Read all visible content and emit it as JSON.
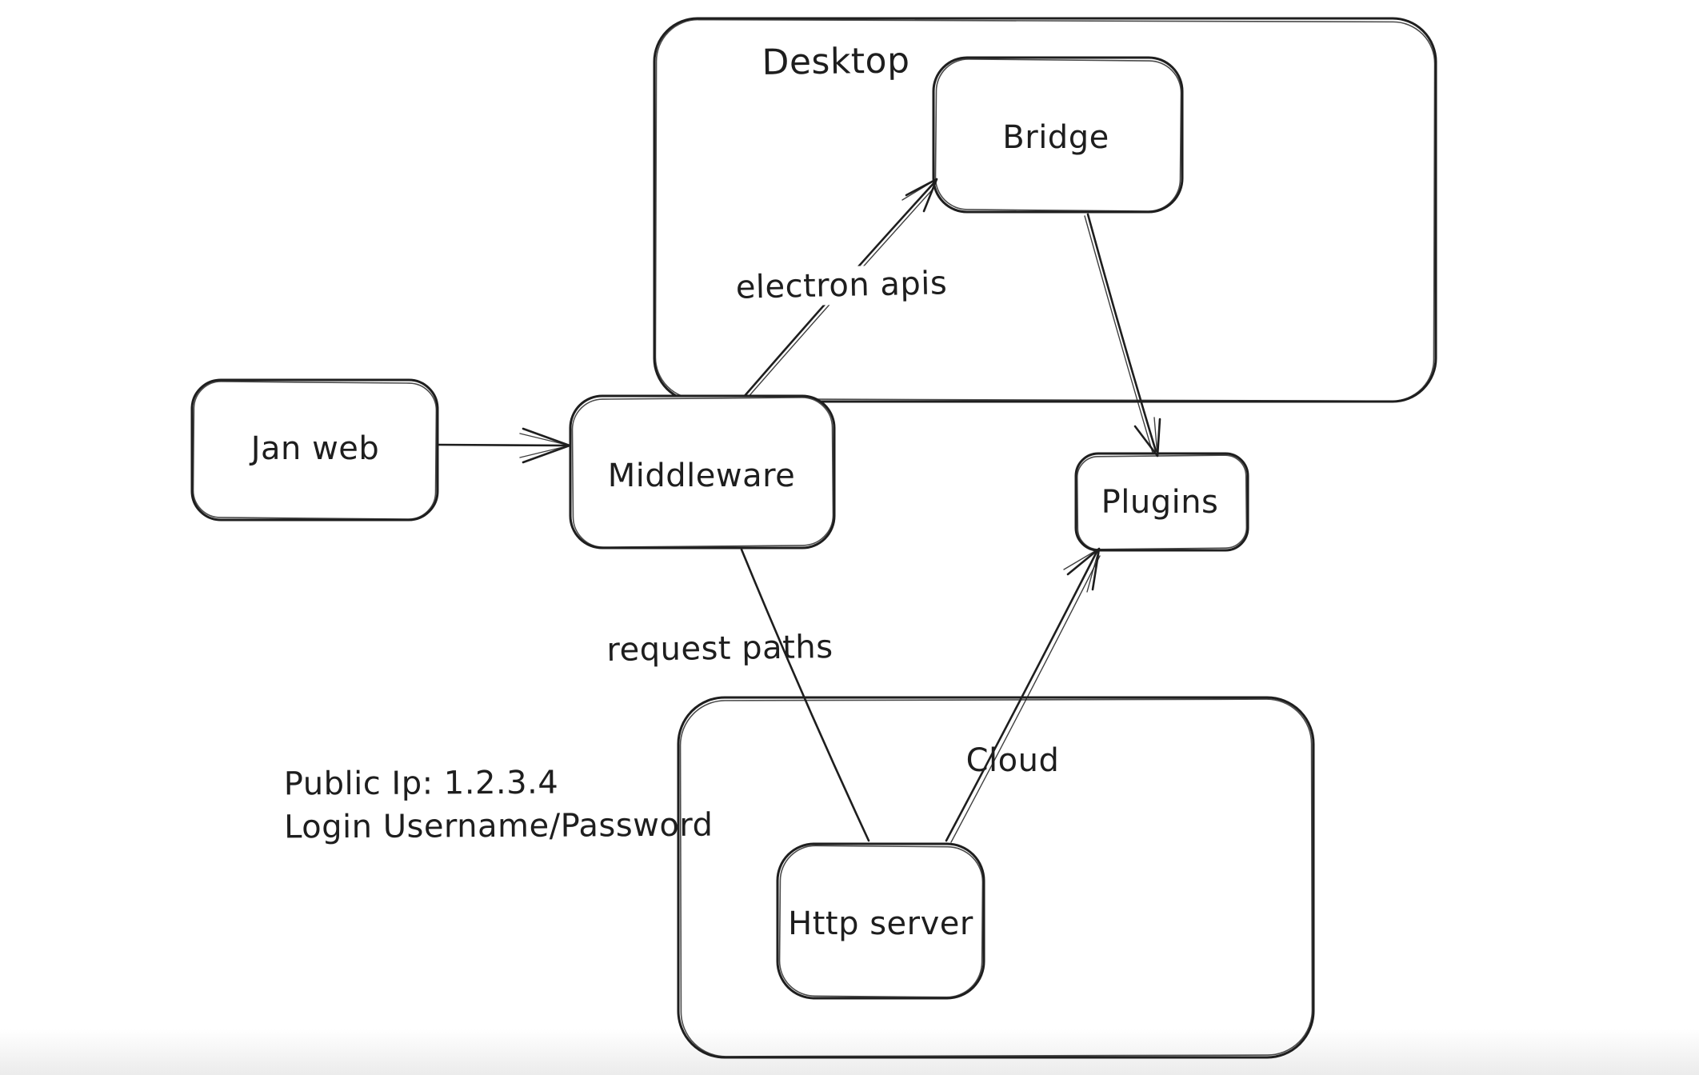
{
  "diagram": {
    "background": "#ffffff",
    "stroke_color": "#1e1e1e",
    "containers": {
      "desktop": {
        "label": "Desktop"
      },
      "cloud": {
        "label": "Cloud"
      }
    },
    "nodes": {
      "jan_web": {
        "label": "Jan web"
      },
      "middleware": {
        "label": "Middleware"
      },
      "bridge": {
        "label": "Bridge"
      },
      "plugins": {
        "label": "Plugins"
      },
      "http_server": {
        "label": "Http server"
      }
    },
    "edges": {
      "jan_web_to_middleware": {
        "label": ""
      },
      "middleware_to_bridge": {
        "label": "electron apis"
      },
      "bridge_to_plugins": {
        "label": ""
      },
      "middleware_to_http_server": {
        "label": "request paths"
      },
      "http_server_to_plugins": {
        "label": ""
      }
    },
    "annotation": {
      "line1": "Public Ip: 1.2.3.4",
      "line2": "Login Username/Password"
    }
  }
}
